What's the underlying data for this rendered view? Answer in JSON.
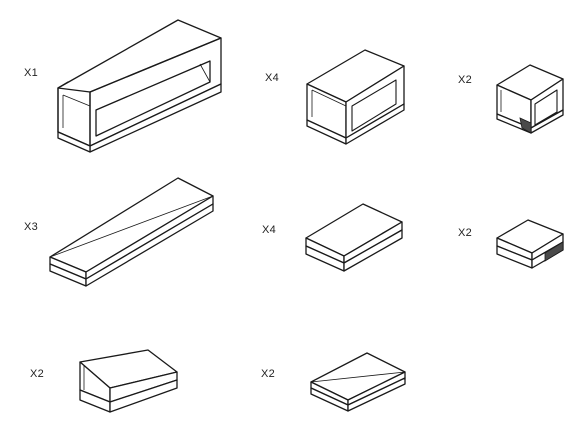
{
  "parts": [
    {
      "id": "p1",
      "quantity": "X1"
    },
    {
      "id": "p2",
      "quantity": "X4"
    },
    {
      "id": "p3",
      "quantity": "X2"
    },
    {
      "id": "p4",
      "quantity": "X3"
    },
    {
      "id": "p5",
      "quantity": "X4"
    },
    {
      "id": "p6",
      "quantity": "X2"
    },
    {
      "id": "p7",
      "quantity": "X2"
    },
    {
      "id": "p8",
      "quantity": "X2"
    }
  ]
}
